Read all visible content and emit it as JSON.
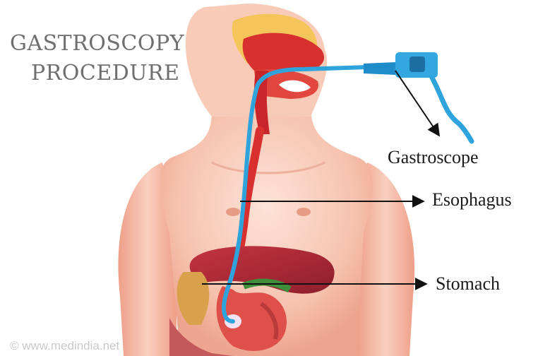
{
  "title": {
    "line1": "GASTROSCOPY",
    "line2": "PROCEDURE"
  },
  "labels": {
    "gastroscope": "Gastroscope",
    "esophagus": "Esophagus",
    "stomach": "Stomach"
  },
  "watermark": "© www.medindia.net",
  "colors": {
    "skin": "#f7c4b2",
    "skin_shadow": "#eba58f",
    "organ_red": "#d8302f",
    "tube_blue": "#2fa3db",
    "liver": "#b52d3a",
    "nasal_yellow": "#f4c55a"
  }
}
